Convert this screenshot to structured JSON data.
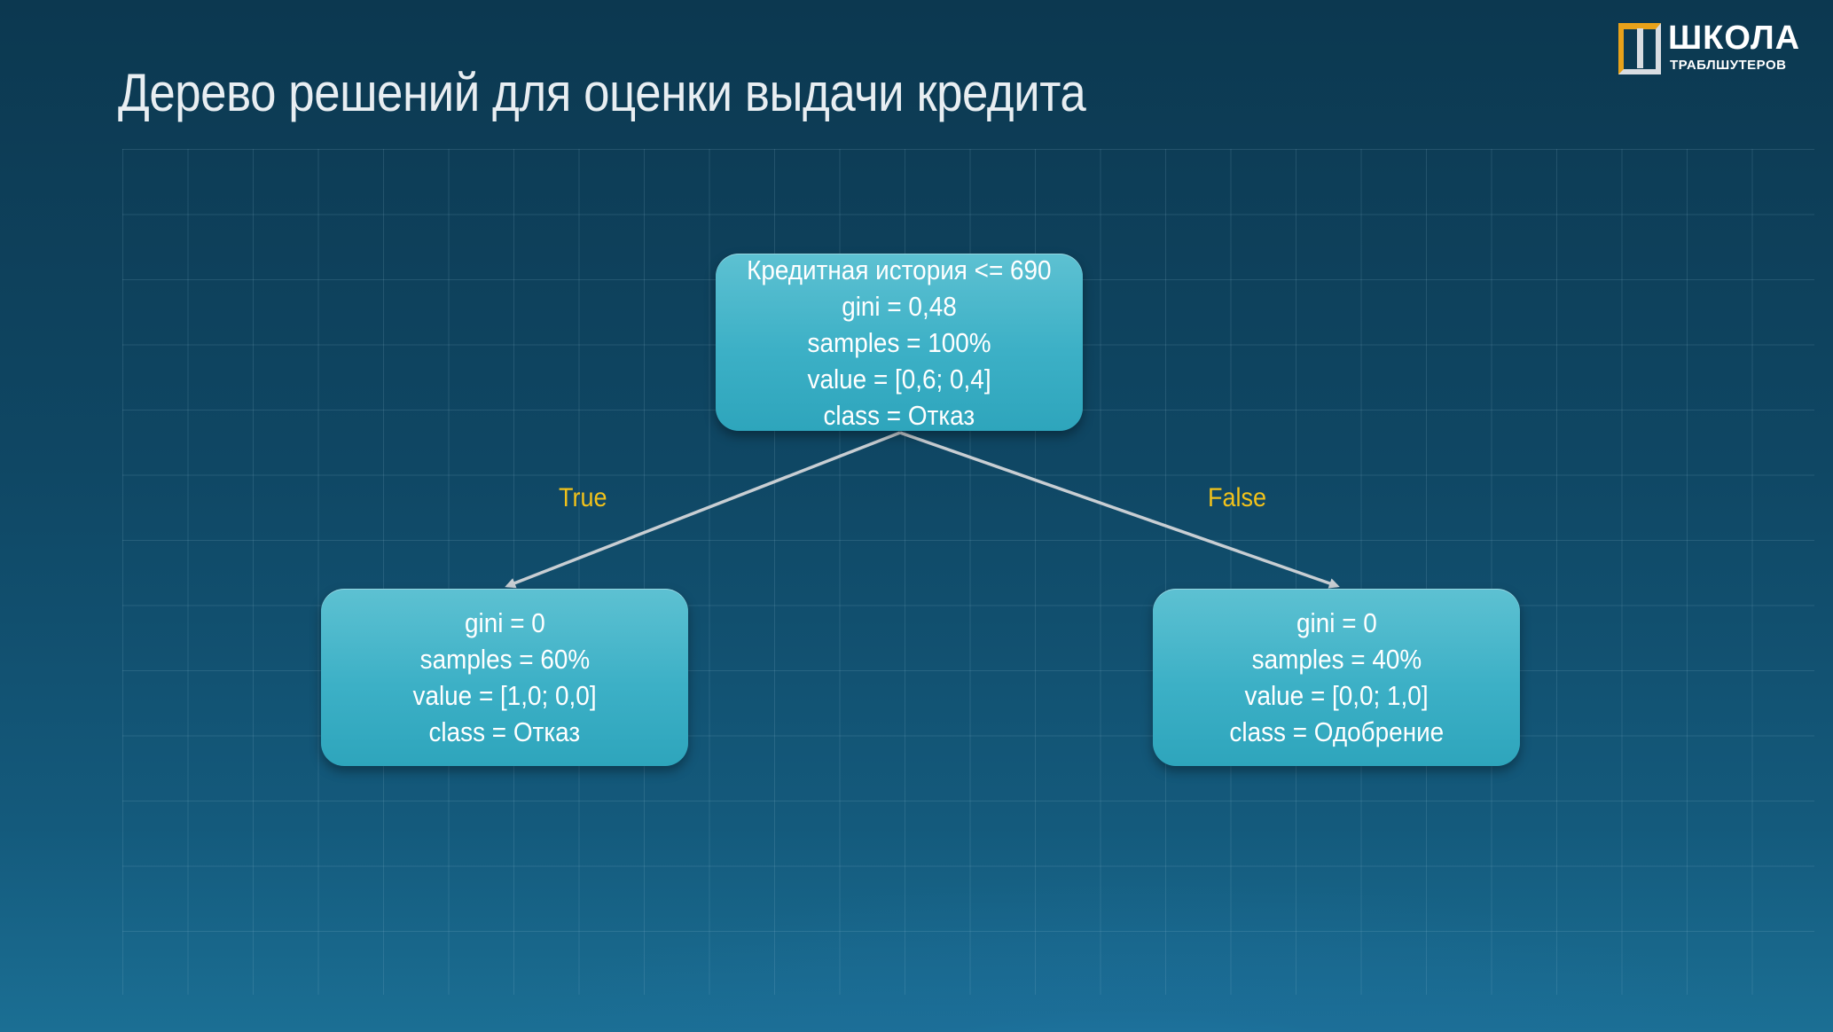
{
  "slide": {
    "title": "Дерево решений для оценки выдачи кредита"
  },
  "logo": {
    "line1": "ШКОЛА",
    "line2": "ТРАБЛШУТЕРОВ"
  },
  "tree": {
    "root": {
      "lines": [
        "Кредитная история <= 690",
        "gini = 0,48",
        "samples = 100%",
        "value = [0,6; 0,4]",
        "class = Отказ"
      ]
    },
    "left": {
      "lines": [
        "gini = 0",
        "samples = 60%",
        "value = [1,0; 0,0]",
        "class = Отказ"
      ]
    },
    "right": {
      "lines": [
        "gini = 0",
        "samples = 40%",
        "value = [0,0; 1,0]",
        "class = Одобрение"
      ]
    },
    "edge_labels": {
      "true": "True",
      "false": "False"
    }
  },
  "colors": {
    "node_fill": "#3cb0c6",
    "edge_label": "#f2c21a",
    "logo_accent": "#e8a21a",
    "edge_line": "#c8ced3"
  }
}
